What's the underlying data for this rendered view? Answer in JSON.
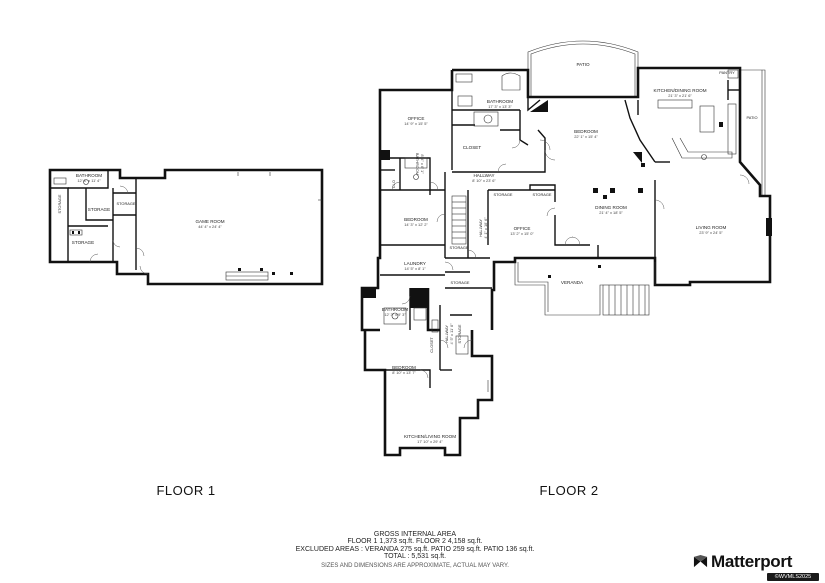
{
  "floors": [
    {
      "label": "FLOOR 1"
    },
    {
      "label": "FLOOR 2"
    }
  ],
  "rooms": {
    "f1_bathroom": {
      "name": "BATHROOM",
      "dims": "12' 8\" x 11' 4\""
    },
    "f1_storage_v": {
      "name": "STORAGE"
    },
    "f1_storage_a": {
      "name": "STORAGE"
    },
    "f1_storage_sm": {
      "name": "STORAGE"
    },
    "f1_storage_b": {
      "name": "STORAGE"
    },
    "f1_game": {
      "name": "GAME ROOM",
      "dims": "44' 4\" x 24' 4\""
    },
    "patio_top": {
      "name": "PATIO"
    },
    "patio_right": {
      "name": "PATIO"
    },
    "bath_master": {
      "name": "BATHROOM",
      "dims": "17' 3\" x 13' 3\""
    },
    "office_a": {
      "name": "OFFICE",
      "dims": "14' 9\" x 15' 5\""
    },
    "closet_a": {
      "name": "CLOSET"
    },
    "bedroom_master": {
      "name": "BEDROOM",
      "dims": "22' 1\" x 15' 4\""
    },
    "kitchen_dining": {
      "name": "KITCHEN/DINING ROOM",
      "dims": "21' 3\" x 21' 6\""
    },
    "pantry": {
      "name": "PANTRY"
    },
    "bath_small": {
      "name": "BATHROOM",
      "dims": "8' 4\" x 6' 1\""
    },
    "closet_sm": {
      "name": "CLO"
    },
    "hallway_a": {
      "name": "HALLWAY",
      "dims": "8' 10\" x 23' 6\""
    },
    "storage_c": {
      "name": "STORAGE"
    },
    "storage_d": {
      "name": "STORAGE"
    },
    "bedroom_b": {
      "name": "BEDROOM",
      "dims": "14' 3\" x 12' 2\""
    },
    "hallway_b": {
      "name": "HALLWAY",
      "dims": "4' 1\" x 18' 6\""
    },
    "office_b": {
      "name": "OFFICE",
      "dims": "13' 2\" x 15' 0\""
    },
    "dining_room": {
      "name": "DINING ROOM",
      "dims": "21' 4\" x 18' 5\""
    },
    "living_room": {
      "name": "LIVING ROOM",
      "dims": "23' 9\" x 24' 5\""
    },
    "storage_e": {
      "name": "STORAGE"
    },
    "laundry": {
      "name": "LAUNDRY",
      "dims": "14' 5\" x 8' 1\""
    },
    "storage_f": {
      "name": "STORAGE"
    },
    "veranda": {
      "name": "VERANDA"
    },
    "bath_lower": {
      "name": "BATHROOM",
      "dims": "12' 3\" x 9' 3\""
    },
    "closet_b": {
      "name": "CLOSET"
    },
    "hallway_c": {
      "name": "HALLWAY",
      "dims": "4' 5\" x 11' 8\""
    },
    "storage_g": {
      "name": "STORAGE"
    },
    "bedroom_c": {
      "name": "BEDROOM",
      "dims": "8' 10\" x 13' 7\""
    },
    "kitchen_living": {
      "name": "KITCHEN/LIVING ROOM",
      "dims": "17' 10\" x 29' 4\""
    }
  },
  "summary": {
    "title": "GROSS INTERNAL AREA",
    "line1": "FLOOR 1 1,373 sq.ft.   FLOOR 2 4,158 sq.ft.",
    "line2": "EXCLUDED AREAS :  VERANDA 275 sq.ft.   PATIO 259 sq.ft.   PATIO 136 sq.ft.",
    "line3": "TOTAL :  5,531 sq.ft.",
    "disclaimer": "SIZES AND DIMENSIONS ARE APPROXIMATE, ACTUAL MAY VARY."
  },
  "brand": {
    "name": "Matterport",
    "watermark": "©WVMLS2025"
  }
}
